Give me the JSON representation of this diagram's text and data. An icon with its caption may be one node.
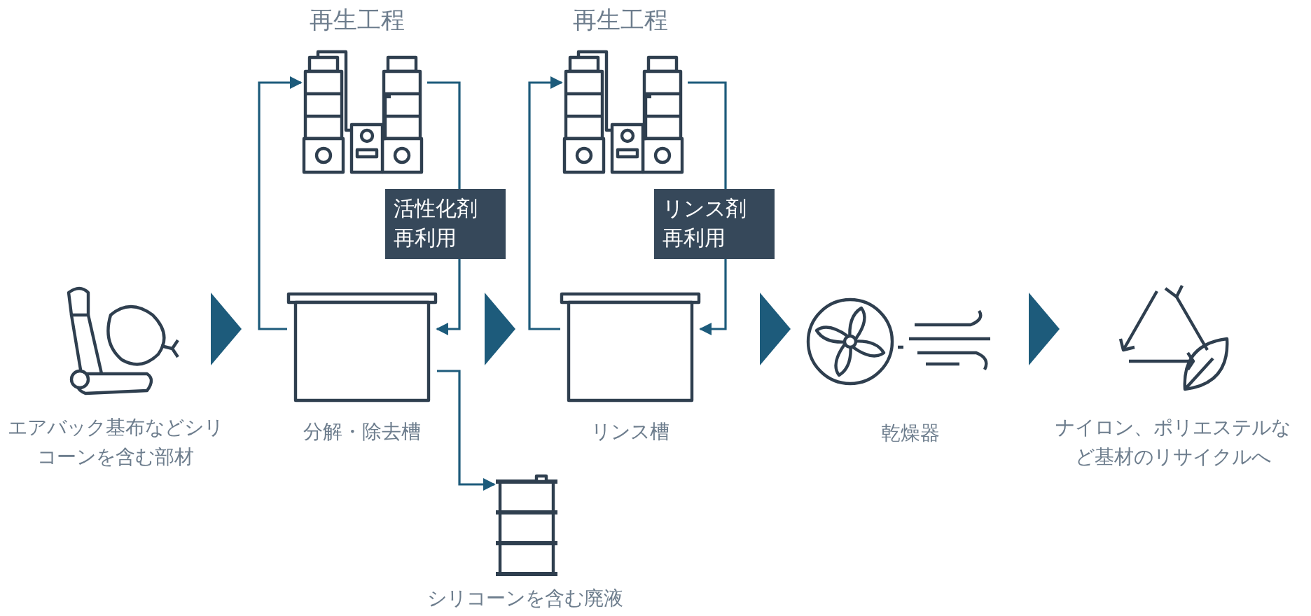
{
  "diagram": {
    "nodes": [
      {
        "text": [
          "エアバック基布などシリコーンを含む部材"
        ]
      },
      {
        "text": [
          "再生工程"
        ]
      },
      {
        "text": [
          "分解・除去槽"
        ]
      },
      {
        "text": [
          "再生工程"
        ]
      },
      {
        "text": [
          "リンス槽"
        ]
      },
      {
        "text": [
          "乾燥器"
        ]
      },
      {
        "text": [
          "ナイロン、ポリエステルなど基材のリサイクルへ"
        ]
      },
      {
        "text": [
          "シリコーンを含む廃液"
        ]
      }
    ],
    "edges": [
      {
        "from": 0,
        "to": 2,
        "arrow": "to"
      },
      {
        "from": 2,
        "to": 1,
        "arrow": "to"
      },
      {
        "from": 1,
        "to": 2,
        "arrow": "to",
        "label": "活性化剤再利用"
      },
      {
        "from": 2,
        "to": 7,
        "arrow": "to"
      },
      {
        "from": 2,
        "to": 4,
        "arrow": "to"
      },
      {
        "from": 4,
        "to": 3,
        "arrow": "to"
      },
      {
        "from": 3,
        "to": 4,
        "arrow": "to",
        "label": "リンス剤再利用"
      },
      {
        "from": 4,
        "to": 5,
        "arrow": "to"
      },
      {
        "from": 5,
        "to": 6,
        "arrow": "to"
      }
    ]
  }
}
